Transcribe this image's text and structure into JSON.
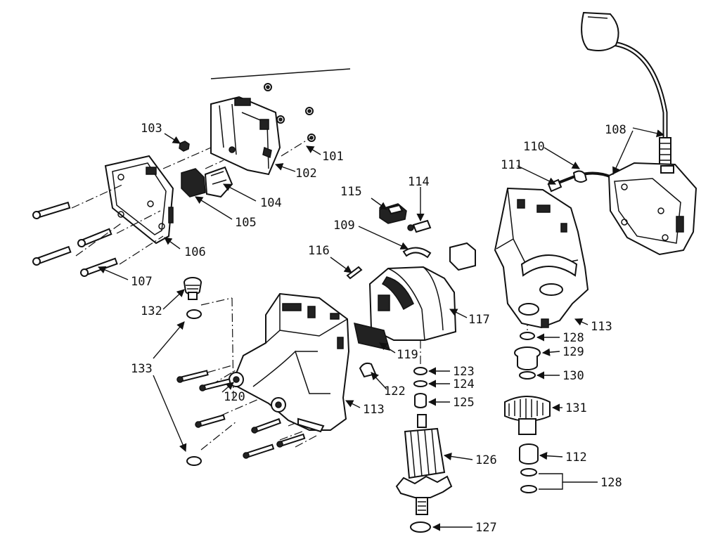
{
  "labels": {
    "p101": "101",
    "p102": "102",
    "p103": "103",
    "p104": "104",
    "p105": "105",
    "p106": "106",
    "p107": "107",
    "p108": "108",
    "p109": "109",
    "p110": "110",
    "p111": "111",
    "p112": "112",
    "p113a": "113",
    "p113b": "113",
    "p114": "114",
    "p115": "115",
    "p116": "116",
    "p117": "117",
    "p119": "119",
    "p120": "120",
    "p122": "122",
    "p123": "123",
    "p124": "124",
    "p125": "125",
    "p126": "126",
    "p127": "127",
    "p128a": "128",
    "p128b": "128",
    "p129": "129",
    "p130": "130",
    "p131": "131",
    "p132": "132",
    "p133": "133"
  }
}
